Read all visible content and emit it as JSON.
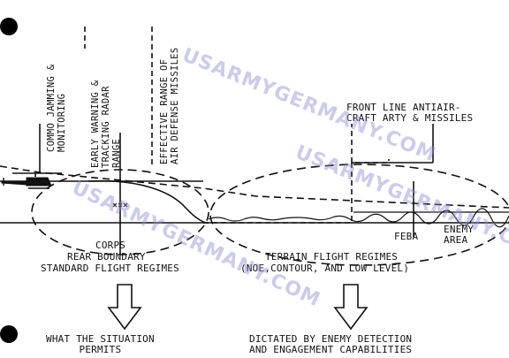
{
  "labels": {
    "commo_jamming": "COMMO JAMMING &\nMONITORING",
    "early_warning": "EARLY WARNING &\nTRACKING RADAR\nRANGE",
    "effective_range": "EFFECTIVE RANGE OF\nAIR DEFENSE MISSILES",
    "front_line": "FRONT LINE ANTIAIR-\nCRAFT ARTY & MISSILES",
    "corps": "CORPS",
    "rear_boundary": "REAR BOUNDARY",
    "feba": "FEBA",
    "enemy_area": "ENEMY\nAREA",
    "standard_regimes": "STANDARD FLIGHT REGIMES",
    "terrain_regimes": "TERRAIN FLIGHT REGIMES",
    "terrain_sub": "(NOE,CONTOUR, AND LOW LEVEL)",
    "what_situation": "WHAT THE SITUATION\nPERMITS",
    "dictated_by": "DICTATED BY ENEMY DETECTION\nAND ENGAGEMENT CAPABILITIES"
  },
  "watermarks": {
    "top": "USARMYGERMANY.COM",
    "middle": "USARMYGERMANY.COM",
    "right": "USARMYGERMANY.COM"
  },
  "icons": [
    "helicopter-icon",
    "downward-arrow-icon",
    "hole-punch-icon"
  ],
  "colors": {
    "ink": "#111111",
    "watermark": "#8c8cd7"
  }
}
